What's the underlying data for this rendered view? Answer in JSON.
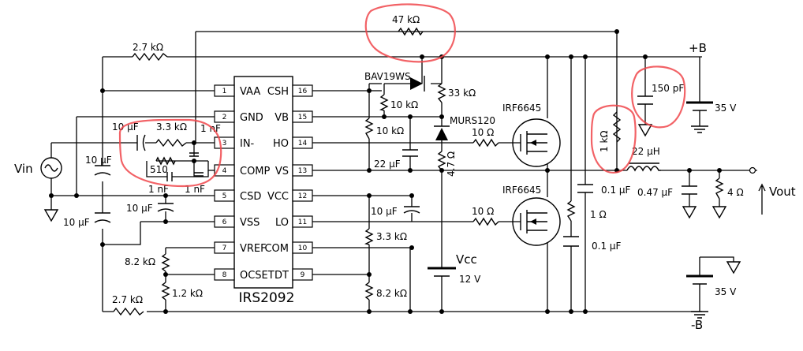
{
  "chip": {
    "name": "IRS2092",
    "pins_left": [
      {
        "num": "1",
        "label": "VAA"
      },
      {
        "num": "2",
        "label": "GND"
      },
      {
        "num": "3",
        "label": "IN-"
      },
      {
        "num": "4",
        "label": "COMP"
      },
      {
        "num": "5",
        "label": "CSD"
      },
      {
        "num": "6",
        "label": "VSS"
      },
      {
        "num": "7",
        "label": "VREF"
      },
      {
        "num": "8",
        "label": "OCSET"
      }
    ],
    "pins_right": [
      {
        "num": "16",
        "label": "CSH"
      },
      {
        "num": "15",
        "label": "VB"
      },
      {
        "num": "14",
        "label": "HO"
      },
      {
        "num": "13",
        "label": "VS"
      },
      {
        "num": "12",
        "label": "VCC"
      },
      {
        "num": "11",
        "label": "LO"
      },
      {
        "num": "10",
        "label": "COM"
      },
      {
        "num": "9",
        "label": "DT"
      }
    ]
  },
  "labels": {
    "r_top_2k7": "2.7 kΩ",
    "r_47k": "47 kΩ",
    "rail_pos": "+B",
    "rail_neg": "-B",
    "diode_bav": "BAV19WS",
    "r_10k_a": "10 kΩ",
    "r_33k": "33 kΩ",
    "mosfet_hi": "IRF6645",
    "mosfet_lo": "IRF6645",
    "c_150p": "150 pF",
    "v_35_top": "35 V",
    "v_35_bot": "35 V",
    "c_10u_in": "10 µF",
    "r_3k3_in": "3.3 kΩ",
    "c_1n_a": "1 nF",
    "r_10k_b": "10 kΩ",
    "diode_murs": "MURS120",
    "r_10_hi": "10 Ω",
    "r_1k": "1 kΩ",
    "l_22u": "22 µH",
    "vin": "Vin",
    "c_10u_left": "10 µF",
    "r_510": "510",
    "c_22u": "22 µF",
    "r_4r7": "4.7 Ω",
    "c_1n_b": "1 nF",
    "c_1n_c": "1 nF",
    "c_10u_csd": "10 µF",
    "c_0u1_a": "0.1 µF",
    "c_0u47": "0.47 µF",
    "r_4": "4 Ω",
    "vout": "Vout",
    "c_10u_vss": "10 µF",
    "c_10u_vcc": "10 µF",
    "r_10_lo": "10 Ω",
    "r_1": "1 Ω",
    "r_3k3_dt": "3.3 kΩ",
    "c_0u1_b": "0.1 µF",
    "r_8k2_a": "8.2 kΩ",
    "vcc": "Vcc",
    "v_12": "12 V",
    "r_1k2": "1.2 kΩ",
    "r_2k7_bot": "2.7 kΩ",
    "r_8k2_b": "8.2 kΩ"
  }
}
